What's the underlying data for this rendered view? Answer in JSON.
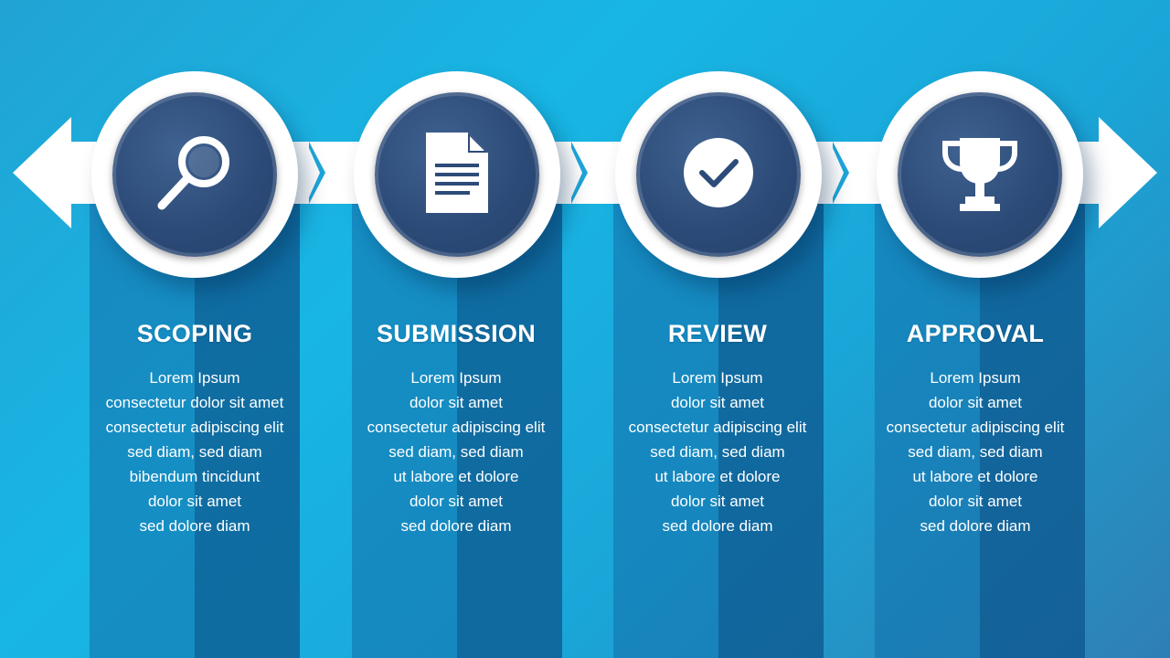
{
  "steps": [
    {
      "icon": "magnifier-icon",
      "title": "SCOPING",
      "lines": [
        "Lorem Ipsum",
        "consectetur dolor sit amet",
        "consectetur adipiscing elit",
        "sed diam, sed diam",
        "bibendum tincidunt",
        "dolor sit amet",
        "sed dolore diam"
      ]
    },
    {
      "icon": "document-icon",
      "title": "SUBMISSION",
      "lines": [
        "Lorem Ipsum",
        "dolor sit amet",
        "consectetur adipiscing elit",
        "sed diam, sed diam",
        "ut labore et dolore",
        "dolor sit amet",
        "sed dolore diam"
      ]
    },
    {
      "icon": "checkmark-icon",
      "title": "REVIEW",
      "lines": [
        "Lorem Ipsum",
        "dolor sit amet",
        "consectetur adipiscing elit",
        "sed diam, sed diam",
        "ut labore et dolore",
        "dolor sit amet",
        "sed dolore diam"
      ]
    },
    {
      "icon": "trophy-icon",
      "title": "APPROVAL",
      "lines": [
        "Lorem Ipsum",
        "dolor sit amet",
        "consectetur adipiscing elit",
        "sed diam, sed diam",
        "ut labore et dolore",
        "dolor sit amet",
        "sed dolore diam"
      ]
    }
  ],
  "colors": {
    "background": "#1ab0e0",
    "disc": "#2d4b78",
    "band": "#ffffff"
  }
}
